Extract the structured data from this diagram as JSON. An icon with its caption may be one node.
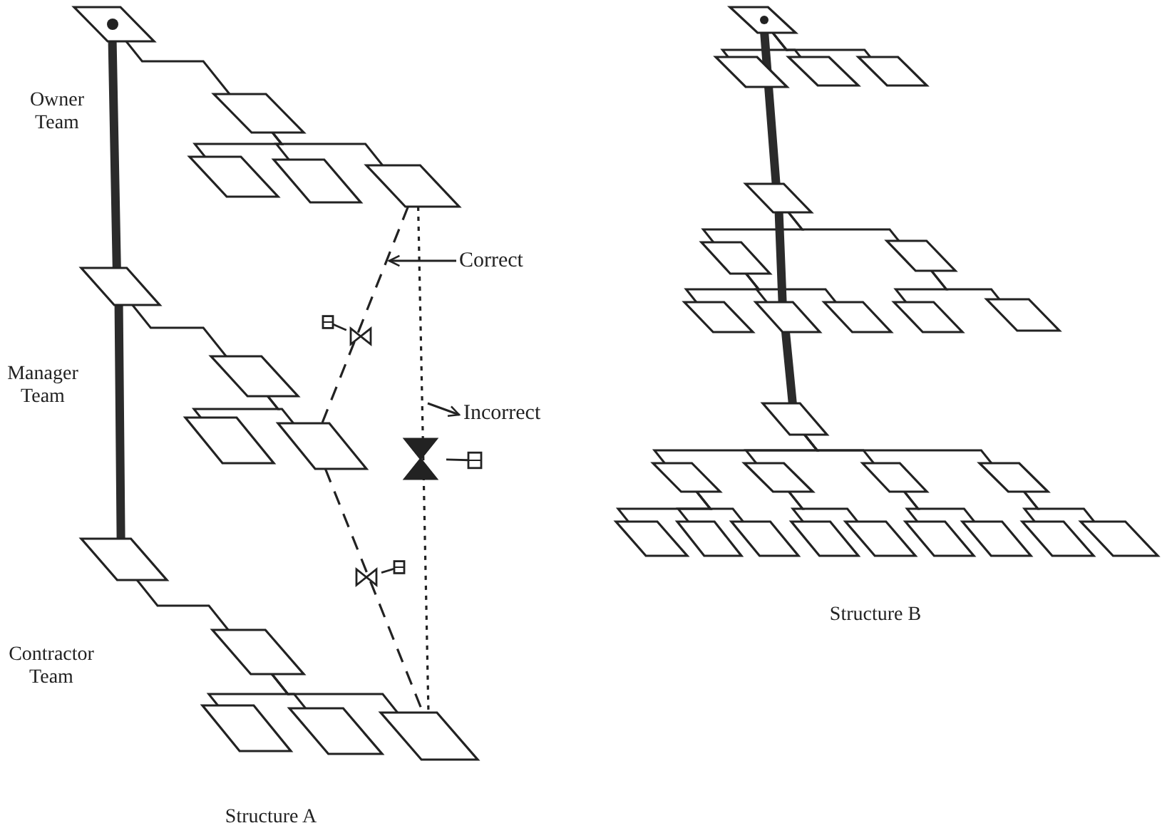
{
  "diagram": {
    "nodes": [
      {
        "text": [],
        "shape": "parallelogram"
      },
      {
        "text": [],
        "shape": "parallelogram"
      },
      {
        "text": [],
        "shape": "parallelogram"
      },
      {
        "text": [],
        "shape": "parallelogram"
      },
      {
        "text": [],
        "shape": "parallelogram"
      },
      {
        "text": [],
        "shape": "parallelogram"
      },
      {
        "text": [],
        "shape": "parallelogram"
      },
      {
        "text": [],
        "shape": "parallelogram"
      },
      {
        "text": [],
        "shape": "parallelogram"
      },
      {
        "text": [],
        "shape": "parallelogram"
      },
      {
        "text": [],
        "shape": "parallelogram"
      },
      {
        "text": [],
        "shape": "parallelogram"
      },
      {
        "text": [],
        "shape": "parallelogram"
      },
      {
        "text": [],
        "shape": "parallelogram"
      },
      {
        "text": [
          "Correct"
        ]
      },
      {
        "text": [
          "Incorrect"
        ]
      },
      {
        "text": [],
        "shape": "parallelogram"
      },
      {
        "text": [],
        "shape": "parallelogram"
      },
      {
        "text": [],
        "shape": "parallelogram"
      },
      {
        "text": [],
        "shape": "parallelogram"
      },
      {
        "text": [],
        "shape": "parallelogram"
      },
      {
        "text": [],
        "shape": "parallelogram"
      },
      {
        "text": [],
        "shape": "parallelogram"
      },
      {
        "text": [],
        "shape": "parallelogram"
      },
      {
        "text": [],
        "shape": "parallelogram"
      },
      {
        "text": [],
        "shape": "parallelogram"
      },
      {
        "text": [],
        "shape": "parallelogram"
      },
      {
        "text": [],
        "shape": "parallelogram"
      },
      {
        "text": [],
        "shape": "parallelogram"
      },
      {
        "text": [],
        "shape": "parallelogram"
      },
      {
        "text": [],
        "shape": "parallelogram"
      },
      {
        "text": [],
        "shape": "parallelogram"
      },
      {
        "text": [],
        "shape": "parallelogram"
      },
      {
        "text": [],
        "shape": "parallelogram"
      },
      {
        "text": [],
        "shape": "parallelogram"
      },
      {
        "text": [],
        "shape": "parallelogram"
      },
      {
        "text": [],
        "shape": "parallelogram"
      },
      {
        "text": [],
        "shape": "parallelogram"
      },
      {
        "text": [],
        "shape": "parallelogram"
      },
      {
        "text": [],
        "shape": "parallelogram"
      },
      {
        "text": [],
        "shape": "parallelogram"
      },
      {
        "text": [],
        "shape": "parallelogram"
      }
    ],
    "edges": [
      {
        "from": 0,
        "to": 1,
        "arrow": "none"
      },
      {
        "from": 1,
        "to": 2,
        "arrow": "none"
      },
      {
        "from": 1,
        "to": 3,
        "arrow": "none"
      },
      {
        "from": 1,
        "to": 4,
        "arrow": "none"
      },
      {
        "from": 0,
        "to": 5,
        "arrow": "none",
        "style": "thick"
      },
      {
        "from": 5,
        "to": 6,
        "arrow": "none"
      },
      {
        "from": 6,
        "to": 7,
        "arrow": "none"
      },
      {
        "from": 6,
        "to": 8,
        "arrow": "none"
      },
      {
        "from": 5,
        "to": 9,
        "arrow": "none",
        "style": "thick"
      },
      {
        "from": 9,
        "to": 10,
        "arrow": "none"
      },
      {
        "from": 10,
        "to": 11,
        "arrow": "none"
      },
      {
        "from": 10,
        "to": 12,
        "arrow": "none"
      },
      {
        "from": 10,
        "to": 13,
        "arrow": "none"
      },
      {
        "from": 4,
        "to": 8,
        "arrow": "none",
        "style": "dashed"
      },
      {
        "from": 8,
        "to": 13,
        "arrow": "none",
        "style": "dashed"
      },
      {
        "from": 4,
        "to": 13,
        "arrow": "none",
        "style": "dashed"
      },
      {
        "from": 14,
        "to": null,
        "arrow": "to"
      },
      {
        "from": null,
        "to": 15,
        "arrow": "to"
      },
      {
        "from": 16,
        "to": 17,
        "arrow": "none"
      },
      {
        "from": 16,
        "to": 18,
        "arrow": "none"
      },
      {
        "from": 16,
        "to": 19,
        "arrow": "none"
      },
      {
        "from": 16,
        "to": 20,
        "arrow": "none",
        "style": "thick"
      },
      {
        "from": 20,
        "to": 21,
        "arrow": "none"
      },
      {
        "from": 20,
        "to": 22,
        "arrow": "none"
      },
      {
        "from": 21,
        "to": 23,
        "arrow": "none"
      },
      {
        "from": 21,
        "to": 24,
        "arrow": "none"
      },
      {
        "from": 21,
        "to": 25,
        "arrow": "none"
      },
      {
        "from": 22,
        "to": 26,
        "arrow": "none"
      },
      {
        "from": 22,
        "to": 27,
        "arrow": "none"
      },
      {
        "from": 24,
        "to": 28,
        "arrow": "none",
        "style": "thick"
      },
      {
        "from": 20,
        "to": 24,
        "arrow": "none",
        "style": "thick"
      },
      {
        "from": 28,
        "to": 29,
        "arrow": "none"
      },
      {
        "from": 28,
        "to": 30,
        "arrow": "none"
      },
      {
        "from": 28,
        "to": 31,
        "arrow": "none"
      },
      {
        "from": 28,
        "to": 32,
        "arrow": "none"
      },
      {
        "from": 29,
        "to": 33,
        "arrow": "none"
      },
      {
        "from": 29,
        "to": 34,
        "arrow": "none"
      },
      {
        "from": 29,
        "to": 35,
        "arrow": "none"
      },
      {
        "from": 30,
        "to": 36,
        "arrow": "none"
      },
      {
        "from": 30,
        "to": 37,
        "arrow": "none"
      },
      {
        "from": 31,
        "to": 38,
        "arrow": "none"
      },
      {
        "from": 31,
        "to": 39,
        "arrow": "none"
      },
      {
        "from": 32,
        "to": 40,
        "arrow": "none"
      },
      {
        "from": 32,
        "to": 41,
        "arrow": "none"
      }
    ],
    "labels": [
      "Owner Team",
      "Manager Team",
      "Contractor Team",
      "Structure A",
      "Structure B"
    ]
  }
}
